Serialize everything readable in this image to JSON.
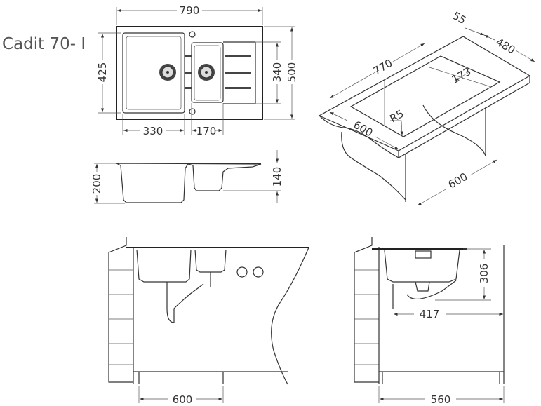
{
  "title": "Cadit 70- I",
  "top_view": {
    "width": "790",
    "bowl_depth": "425",
    "small_bowl_depth": "340",
    "depth": "500",
    "bowl_width": "330",
    "small_bowl_width": "170"
  },
  "side_view": {
    "bowl_height": "200",
    "small_bowl_height": "140"
  },
  "iso_view": {
    "thickness": "55",
    "cutout_depth": "480",
    "cutout_length": "770",
    "drainer": "173",
    "radius": "R5",
    "counter_depth": "600",
    "cabinet_width": "600"
  },
  "front_section": {
    "cabinet_width": "600"
  },
  "side_section": {
    "height": "306",
    "offset": "417",
    "cabinet_depth": "560"
  }
}
